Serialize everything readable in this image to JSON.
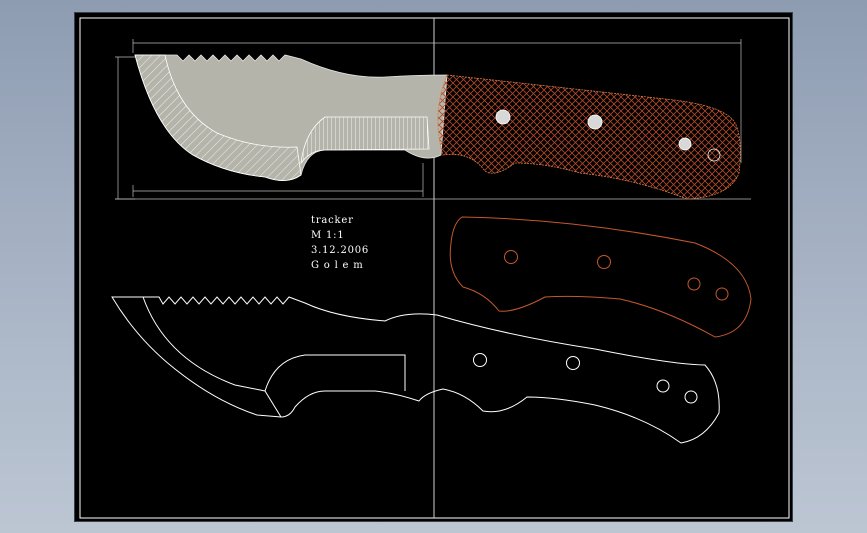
{
  "title_block": {
    "name": "tracker",
    "scale": "M 1:1",
    "date": "3.12.2006",
    "author": "G o l e m"
  },
  "colors": {
    "background": "#000000",
    "frame": "#ffffff",
    "blade_fill": "#b4b4aa",
    "hatch": "#ffffff",
    "handle_pattern": "#b14a2a",
    "handle_outline_copy": "#c4582c",
    "rivet": "#d8d8d8"
  },
  "icons": {
    "rivet": "circle",
    "grip_pattern": "crosshatch"
  }
}
